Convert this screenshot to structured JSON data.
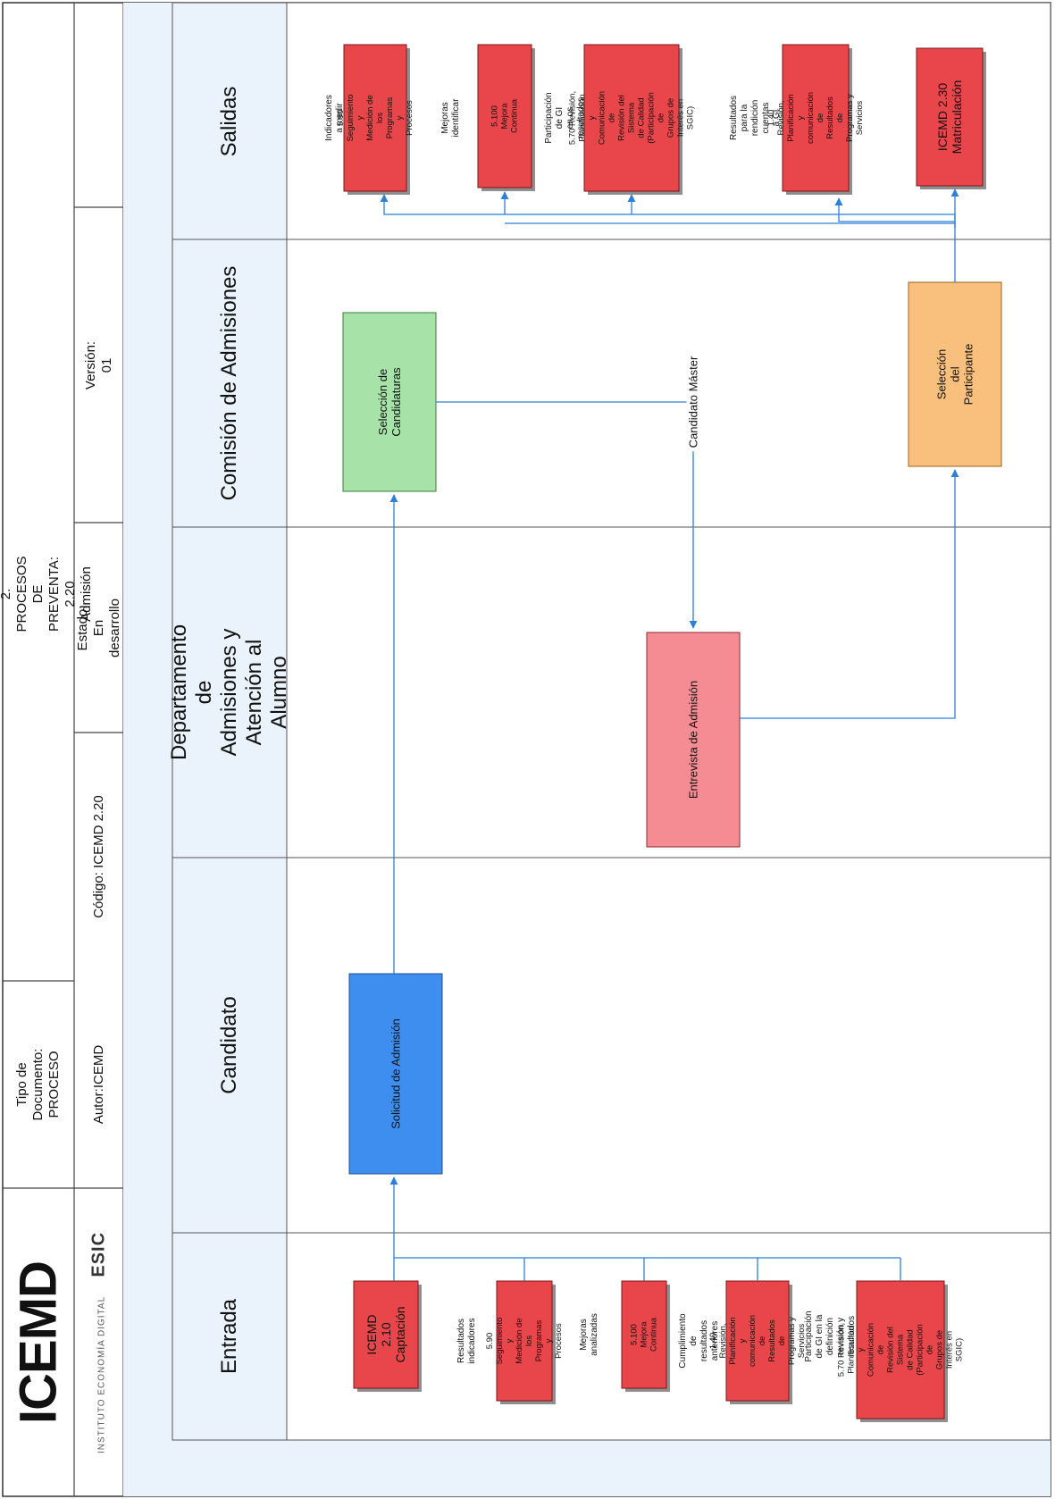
{
  "header": {
    "brand": "ICEMD",
    "brand_sub": "INSTITUTO ECONOMÍA DIGITAL",
    "partner": "ESIC",
    "doc_type": "Tipo de Documento:\nPROCESO",
    "author": "Autor:ICEMD",
    "code": "Código: ICEMD 2.20",
    "status": "Estado:\nEn desarrollo",
    "description": "Descripción: 2. PROCESOS DE PREVENTA:\n2.20 Admisión",
    "version": "Versión:\n01"
  },
  "lanes": {
    "entrada": "Entrada",
    "candidato": "Candidato",
    "departamento": "Departamento de Admisiones y\nAtención al Alumno",
    "comision": "Comisión de Admisiones",
    "salidas": "Salidas"
  },
  "entrada": {
    "captacion": "ICEMD 2.10\nCaptación",
    "label_resultados": "Resultados\nindicadores",
    "seguimiento": "5.90 Seguimiento y\nMedición de los\nProgramas y\nProcesos",
    "label_mejoras": "Mejoras\nanalizadas",
    "mejora": "5.100 Mejora\nContinua",
    "label_cumplimiento": "Cumplimiento de\nresultados\nanteriores",
    "revision": "1.40 Revisión,\nPlanificación y\ncomunicación de\nResultados de\nProgramas y\nServicios",
    "label_participacion": "Participación de GI en la definición\nrevisión y resultados",
    "sistema": "5.70 Revisión,\nPlanificación y\nComunicación de\nRevisión del Sistema\nde Calidad\n(Participación de\nGrupos de Interés en\nSGIC)"
  },
  "process": {
    "solicitud": "Solicitud de Admisión",
    "seleccion_candidaturas": "Selección de\nCandidaturas",
    "candidato_master": "Candidato Máster",
    "entrevista": "Entrevista de Admisión",
    "seleccion_participante": "Selección del\nParticipante"
  },
  "salidas": {
    "label_indicadores": "Indicadores a medir",
    "seguimiento": "5.90 Seguimiento y\nMedición de los\nProgramas y\nProcesos",
    "label_mejoras": "Mejoras identificar",
    "mejora": "5.100 Mejora\nContinua",
    "label_participacion": "Participación de GI\nen os resultados",
    "sistema": "5.70 Revisión,\nPlanificación y\nComunicación de\nRevisión del Sistema\nde Calidad\n(Participación de\nGrupos de Interés en\nSGIC)",
    "label_resultados": "Resultados para la\nrendición cuentas\na GI",
    "revision": "1.40 Revisión,\nPlanificación y\ncomunicación de\nResultados de\nProgramas y\nServicios",
    "matriculacion": "ICEMD 2.30\nMatriculación"
  },
  "colors": {
    "red": "#e8464a",
    "blue": "#3e8ef0",
    "green": "#a7e3a9",
    "pink": "#f58c93",
    "orange": "#f9bf7c",
    "connector": "#2e7fd6"
  }
}
